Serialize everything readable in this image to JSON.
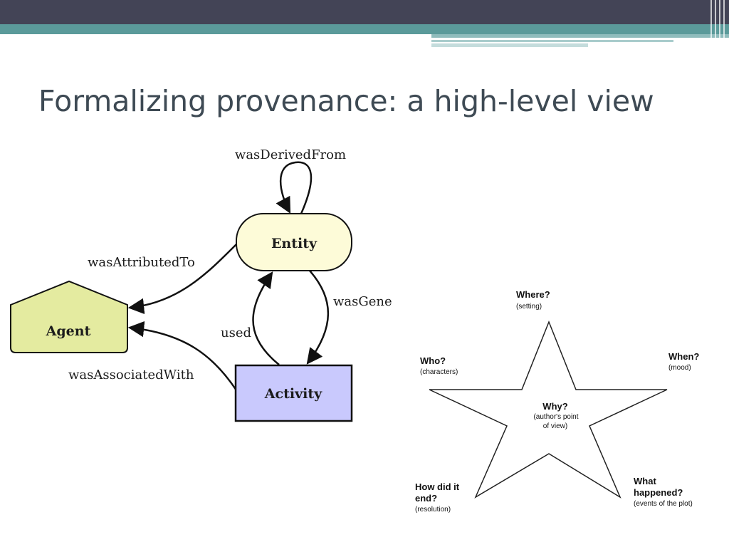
{
  "slide": {
    "title": "Formalizing provenance: a high-level view"
  },
  "provenance": {
    "nodes": {
      "entity": "Entity",
      "agent": "Agent",
      "activity": "Activity"
    },
    "edges": {
      "was_derived_from": "wasDerivedFrom",
      "was_attributed_to": "wasAttributedTo",
      "was_generated_by": "wasGene",
      "used": "used",
      "was_associated_with": "wasAssociatedWith"
    },
    "colors": {
      "entity_fill": "#fdfbd8",
      "agent_fill": "#e4eba0",
      "activity_fill": "#c9c9fd"
    }
  },
  "star": {
    "where": {
      "q": "Where?",
      "sub": "(setting)"
    },
    "who": {
      "q": "Who?",
      "sub": "(characters)"
    },
    "when": {
      "q": "When?",
      "sub": "(mood)"
    },
    "why": {
      "q": "Why?",
      "sub1": "(author's point",
      "sub2": "of view)"
    },
    "how": {
      "q1": "How did it",
      "q2": "end?",
      "sub": "(resolution)"
    },
    "what": {
      "q1": "What",
      "q2": "happened?",
      "sub": "(events of the plot)"
    }
  }
}
